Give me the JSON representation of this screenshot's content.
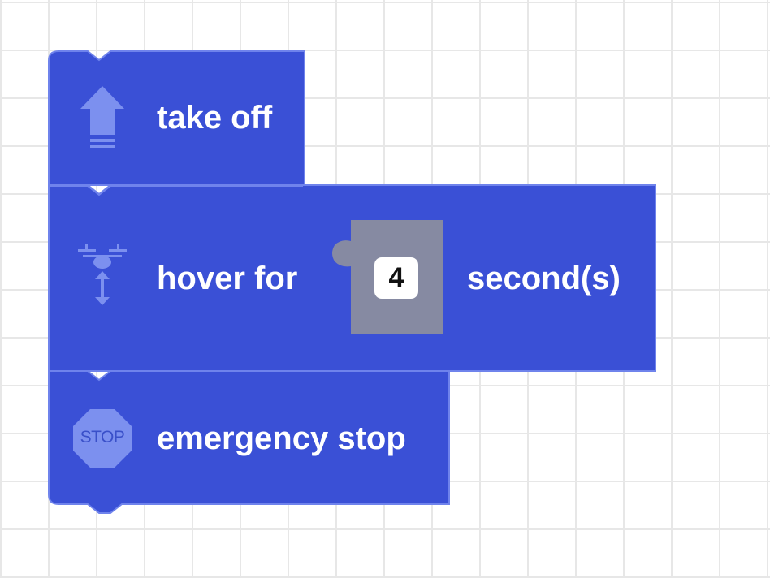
{
  "blocks": {
    "take_off": {
      "label": "take off",
      "icon": "up-arrow-icon",
      "color": "#3a50d6"
    },
    "hover": {
      "label_prefix": "hover for",
      "value": "4",
      "label_suffix": "second(s)",
      "icon": "drone-hover-icon",
      "slot_color": "#868aa2"
    },
    "emergency_stop": {
      "label": "emergency stop",
      "icon": "stop-sign-icon",
      "icon_text": "STOP"
    }
  },
  "colors": {
    "block": "#3a50d6",
    "block_border": "#6f83ec",
    "icon": "#7c90ef",
    "slot": "#868aa2",
    "grid": "#e7e7e7"
  }
}
